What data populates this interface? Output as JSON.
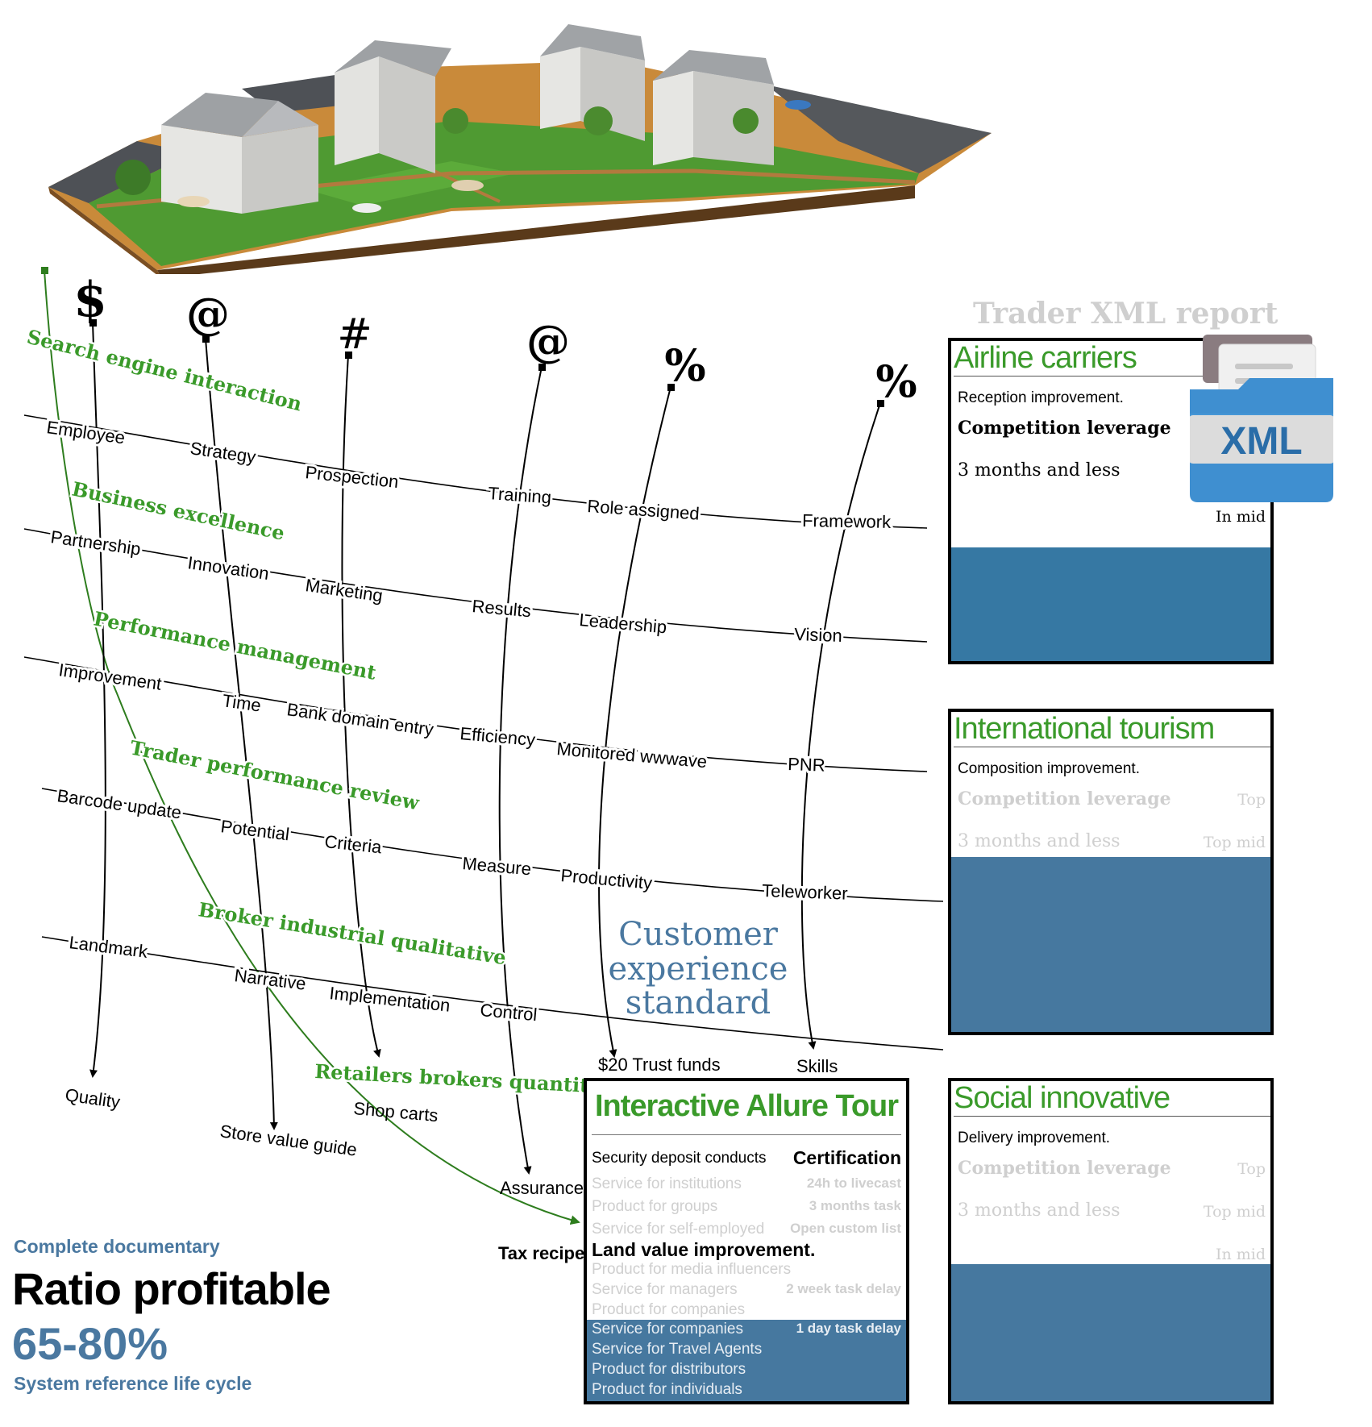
{
  "colors": {
    "green": "#3a9a2a",
    "blue_text": "#4a78a0",
    "panel_blue_1": "#3678a3",
    "panel_blue_2": "#46789f",
    "faded": "#cfcfcf"
  },
  "illustration": {
    "icon": "isometric-housing-estate-illustration"
  },
  "diagram": {
    "top_symbols": [
      "$",
      "@",
      "#",
      "@",
      "%",
      "%"
    ],
    "row_labels": [
      [
        "Employee",
        "Strategy",
        "Prospection",
        "Training",
        "Role assigned",
        "Framework"
      ],
      [
        "Partnership",
        "Innovation",
        "Marketing",
        "Results",
        "Leadership",
        "Vision"
      ],
      [
        "Improvement",
        "Time",
        "Bank domain entry",
        "Efficiency",
        "Monitored wwwave",
        "PNR"
      ],
      [
        "Barcode update",
        "Potential",
        "Criteria",
        "Measure",
        "Productivity",
        "Teleworker"
      ],
      [
        "Landmark",
        "Narrative",
        "Implementation",
        "Control"
      ]
    ],
    "end_labels": [
      "Quality",
      "Store value guide",
      "Shop carts",
      "Assurance",
      "$20 Trust funds",
      "Skills",
      "Tax recipe"
    ],
    "green_labels": [
      "Search engine interaction",
      "Business excellence",
      "Performance management",
      "Trader performance review",
      "Broker industrial qualitative",
      "Retailers brokers quantitative"
    ],
    "center_text": [
      "Customer",
      "experience",
      "standard"
    ]
  },
  "bottom_left": {
    "subtitle": "Complete documentary",
    "title": "Ratio profitable",
    "value": "65-80%",
    "caption": "System reference life cycle"
  },
  "report_header": "Trader XML report",
  "xml_icon": {
    "label": "XML",
    "icon": "xml-folder-icon"
  },
  "panels": [
    {
      "title": "Airline carriers",
      "line1": "Reception improvement.",
      "line2": "Competition leverage",
      "line3": "3 months and less",
      "tag": "In mid"
    },
    {
      "title": "International tourism",
      "line1": "Composition improvement.",
      "line2": "Competition leverage",
      "line2_tag": "Top",
      "line3": "3 months and less",
      "line3_tag": "Top mid"
    },
    {
      "title": "Social innovative",
      "line1": "Delivery improvement.",
      "line2": "Competition leverage",
      "line2_tag": "Top",
      "line3": "3 months and less",
      "line3_tag": "Top mid",
      "tag": "In mid"
    }
  ],
  "tour": {
    "title": "Interactive Allure Tour",
    "header_left": "Security deposit conducts",
    "header_right": "Certification",
    "rows_a": [
      {
        "text": "Service for institutions",
        "right": "24h to livecast"
      },
      {
        "text": "Product for groups",
        "right": "3 months task"
      },
      {
        "text": "Service for self-employed",
        "right": "Open custom list"
      }
    ],
    "subheader": "Land value improvement.",
    "rows_b": [
      {
        "text": "Product for media influencers",
        "right": ""
      },
      {
        "text": "Service for managers",
        "right": "2 week task delay"
      },
      {
        "text": "Product for companies",
        "right": ""
      }
    ],
    "rows_c": [
      {
        "text": "Service for companies",
        "right": "1 day task delay"
      },
      {
        "text": "Service for Travel Agents",
        "right": ""
      },
      {
        "text": "Product for distributors",
        "right": ""
      },
      {
        "text": "Product for individuals",
        "right": ""
      }
    ]
  }
}
